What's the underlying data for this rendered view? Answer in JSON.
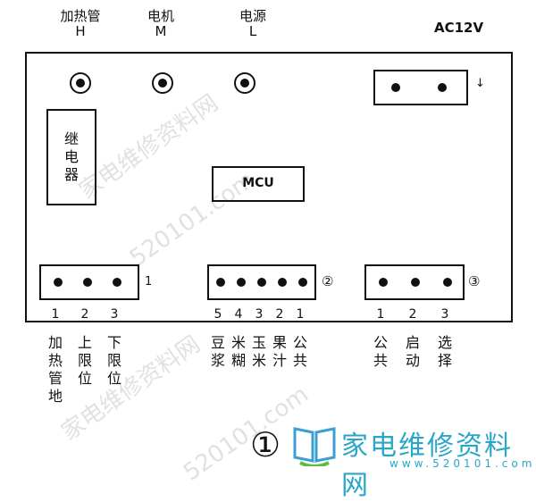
{
  "top_labels": [
    {
      "name": "加热管",
      "code": "H"
    },
    {
      "name": "电机",
      "code": "M"
    },
    {
      "name": "电源",
      "code": "L"
    }
  ],
  "power_label": "AC12V",
  "relay_label": "继电器",
  "mcu_label": "MCU",
  "connector1": {
    "marker": "1",
    "pins": [
      "1",
      "2",
      "3"
    ],
    "functions": [
      "加热管地",
      "上限位",
      "下限位"
    ]
  },
  "connector2": {
    "marker": "②",
    "pins": [
      "5",
      "4",
      "3",
      "2",
      "1"
    ],
    "functions": [
      "豆浆",
      "米糊",
      "玉米",
      "果汁",
      "公共"
    ]
  },
  "connector3": {
    "marker": "③",
    "pins": [
      "1",
      "2",
      "3"
    ],
    "functions": [
      "公共",
      "启动",
      "选择"
    ]
  },
  "power_marker": "↓",
  "figure_number": "①",
  "watermark": {
    "cn": "家电维修资料网",
    "url": "520101.com",
    "logo_text": "家电维修资料网",
    "logo_sub": "www.520101.com"
  }
}
